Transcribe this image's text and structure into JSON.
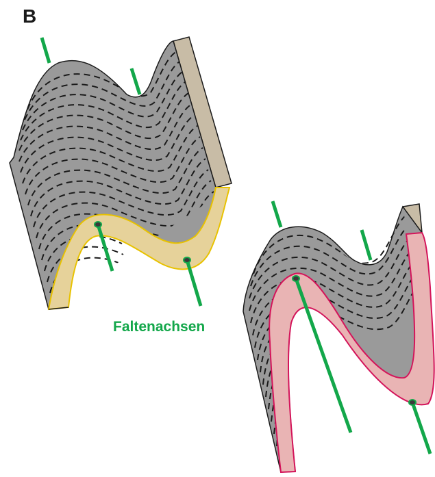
{
  "panel_label": "B",
  "caption": "Faltenachsen",
  "colors": {
    "rock_fill": "#9a9a9a",
    "rock_side": "#c8bca6",
    "yellow_layer": "#e6d29a",
    "yellow_stroke": "#e8c200",
    "pink_layer": "#e9b4b4",
    "pink_stroke": "#d4145a",
    "axis_green": "#13a74a",
    "outline": "#1a1a1a"
  },
  "figure": {
    "left_block": {
      "name": "open-fold-block",
      "layer_color": "yellow"
    },
    "right_block": {
      "name": "tight-fold-block",
      "layer_color": "pink"
    }
  }
}
